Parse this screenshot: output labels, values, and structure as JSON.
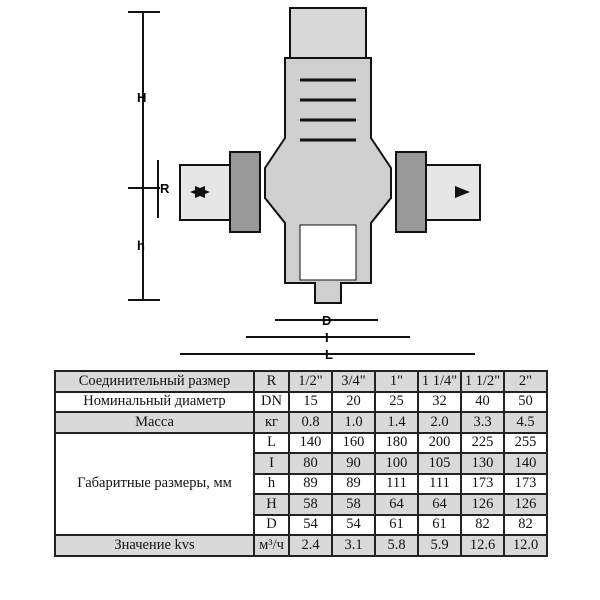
{
  "drawing": {
    "dims": [
      "H",
      "R",
      "h",
      "D",
      "I",
      "L"
    ]
  },
  "table": {
    "rows": [
      {
        "label": "Соединительный размер",
        "unit": "R",
        "values": [
          "1/2\"",
          "3/4\"",
          "1\"",
          "1 1/4\"",
          "1 1/2\"",
          "2\""
        ]
      },
      {
        "label": "Номинальный диаметр",
        "unit": "DN",
        "values": [
          "15",
          "20",
          "25",
          "32",
          "40",
          "50"
        ]
      },
      {
        "label": "Масса",
        "unit": "кг",
        "values": [
          "0.8",
          "1.0",
          "1.4",
          "2.0",
          "3.3",
          "4.5"
        ]
      },
      {
        "label": "Габаритные размеры, мм",
        "unit": "L",
        "values": [
          "140",
          "160",
          "180",
          "200",
          "225",
          "255"
        ]
      },
      {
        "unit": "I",
        "values": [
          "80",
          "90",
          "100",
          "105",
          "130",
          "140"
        ]
      },
      {
        "unit": "h",
        "values": [
          "89",
          "89",
          "111",
          "111",
          "173",
          "173"
        ]
      },
      {
        "unit": "H",
        "values": [
          "58",
          "58",
          "64",
          "64",
          "126",
          "126"
        ]
      },
      {
        "unit": "D",
        "values": [
          "54",
          "54",
          "61",
          "61",
          "82",
          "82"
        ]
      },
      {
        "label": "Значение kvs",
        "unit": "м³/ч",
        "values": [
          "2.4",
          "3.1",
          "5.8",
          "5.9",
          "12.6",
          "12.0"
        ]
      }
    ]
  }
}
